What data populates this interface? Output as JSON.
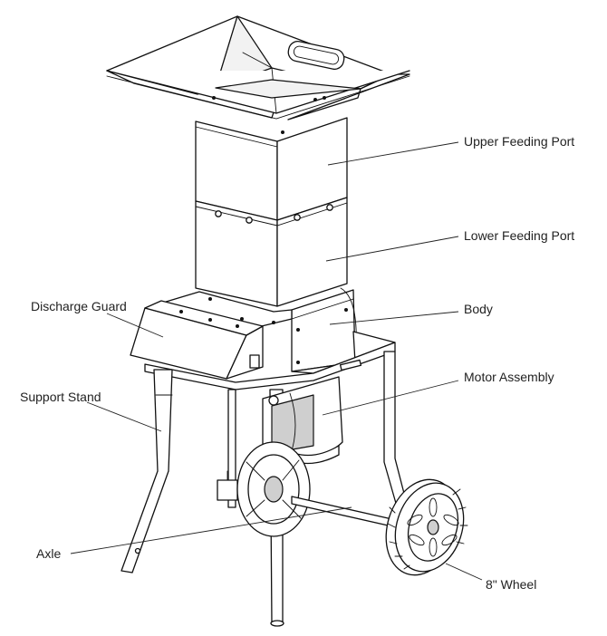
{
  "labels": {
    "upper_feeding_port": "Upper Feeding Port",
    "lower_feeding_port": "Lower Feeding Port",
    "discharge_guard": "Discharge Guard",
    "body": "Body",
    "motor_assembly": "Motor Assembly",
    "support_stand": "Support Stand",
    "axle": "Axle",
    "wheel": "8\" Wheel"
  }
}
